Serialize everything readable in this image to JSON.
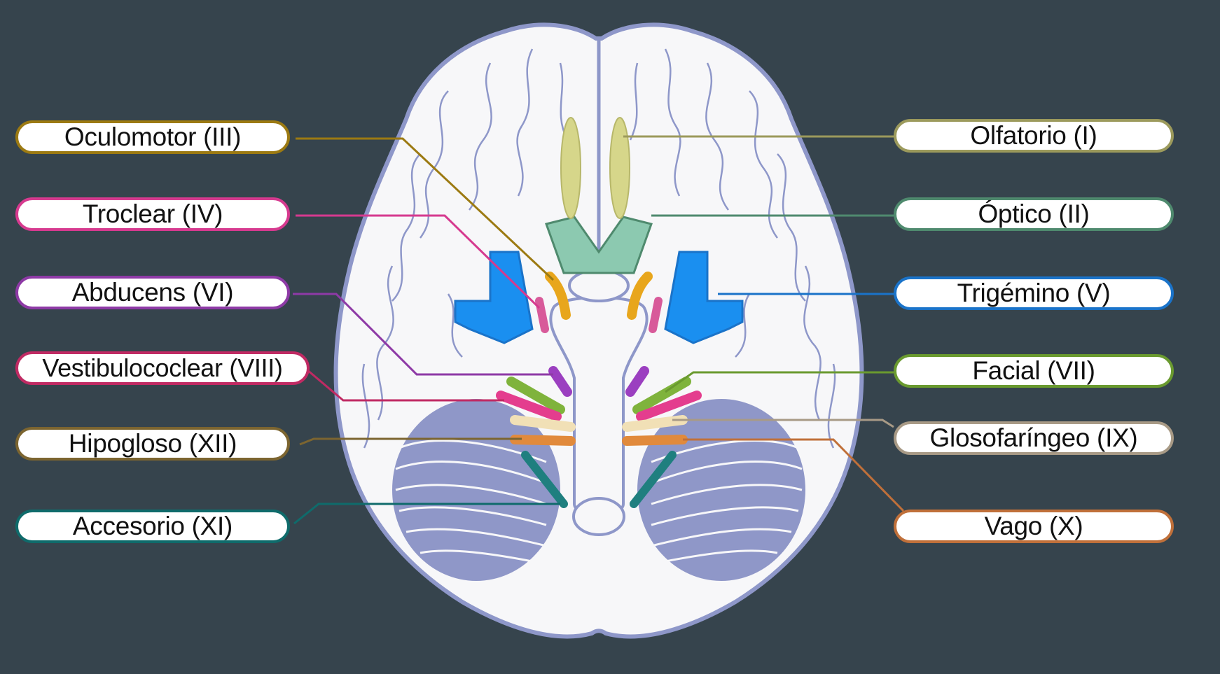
{
  "labels": {
    "oculomotor": "Oculomotor (III)",
    "troclear": "Troclear (IV)",
    "abducens": "Abducens (VI)",
    "vestibulococlear": "Vestibulococlear (VIII)",
    "hipogloso": "Hipogloso (XII)",
    "accesorio": "Accesorio (XI)",
    "olfatorio": "Olfatorio (I)",
    "optico": "Óptico (II)",
    "trigemino": "Trigémino (V)",
    "facial": "Facial (VII)",
    "glosofaringeo": "Glosofaríngeo (IX)",
    "vago": "Vago (X)"
  },
  "colors": {
    "background": "#36444d",
    "brain_fill": "#f7f7f9",
    "brain_outline": "#8e97c9",
    "cerebellum": "#8f97c8",
    "oculomotor": "#9c7a12",
    "troclear": "#d63a8f",
    "abducens": "#8e3aa6",
    "vestibulococlear": "#c02a63",
    "hipogloso": "#7c6530",
    "accesorio": "#0f6b6b",
    "olfatorio": "#9c9a5c",
    "optico": "#4f8a6e",
    "trigemino": "#1a73c9",
    "facial": "#6a9a2f",
    "glosofaringeo": "#a89a86",
    "vago": "#c0703a"
  }
}
